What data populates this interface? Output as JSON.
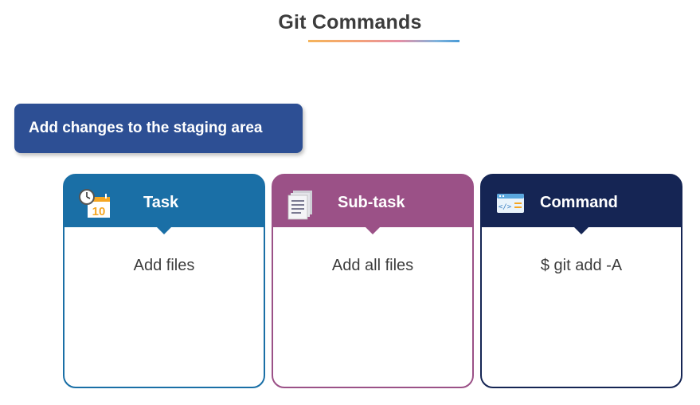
{
  "header": {
    "title": "Git Commands"
  },
  "section": {
    "label": "Add changes to the staging area"
  },
  "cards": [
    {
      "title": "Task",
      "value": "Add files",
      "icon": "calendar-clock-icon"
    },
    {
      "title": "Sub-task",
      "value": "Add all files",
      "icon": "document-stack-icon"
    },
    {
      "title": "Command",
      "value": "$ git add -A",
      "icon": "code-window-icon"
    }
  ],
  "calendar_icon_number": "10",
  "colors": {
    "section": "#2d4f94",
    "task": "#1a6fa6",
    "subtask": "#9b5187",
    "command": "#152554"
  }
}
